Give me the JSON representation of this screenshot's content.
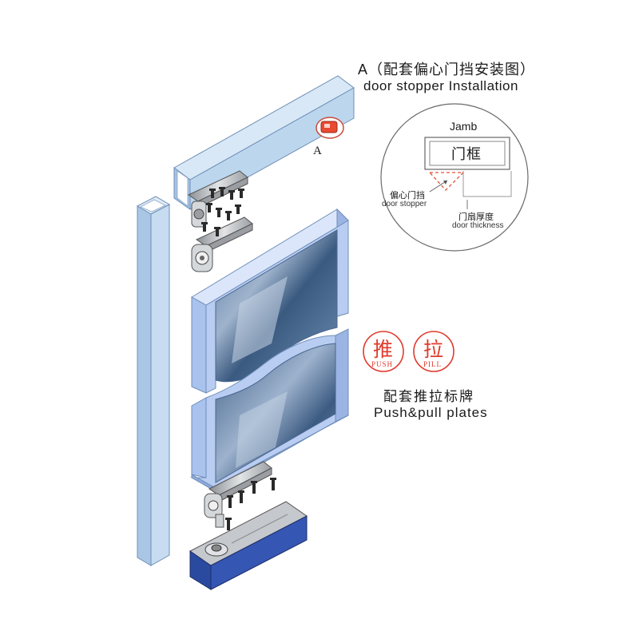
{
  "stopper_heading": {
    "cn": "A（配套偏心门挡安装图）",
    "en": "door stopper Installation",
    "marker": "A"
  },
  "detail": {
    "jamb_label": "Jamb",
    "jamb_cn": "门框",
    "stopper_cn": "偏心门挡",
    "stopper_en": "door stopper",
    "thickness_cn": "门扇厚度",
    "thickness_en": "door thickness"
  },
  "plates": {
    "push_char": "推",
    "push_word": "PUSH",
    "pull_char": "拉",
    "pull_word": "PILL",
    "caption_cn": "配套推拉标牌",
    "caption_en": "Push&pull plates"
  },
  "colors": {
    "frame_fill": "#bcd6ee",
    "frame_edge": "#6f8fb8",
    "door_frame": "#a9c2ee",
    "glass": "#3f5f86",
    "metal": "#b9bcc0",
    "closer_base": "#2a4aa0",
    "stamp_red": "#e03a2c",
    "dash_red": "#e0523a"
  },
  "icons": [
    "door-stopper-icon",
    "screw-icon",
    "pivot-hinge-icon",
    "floor-spring-icon"
  ]
}
